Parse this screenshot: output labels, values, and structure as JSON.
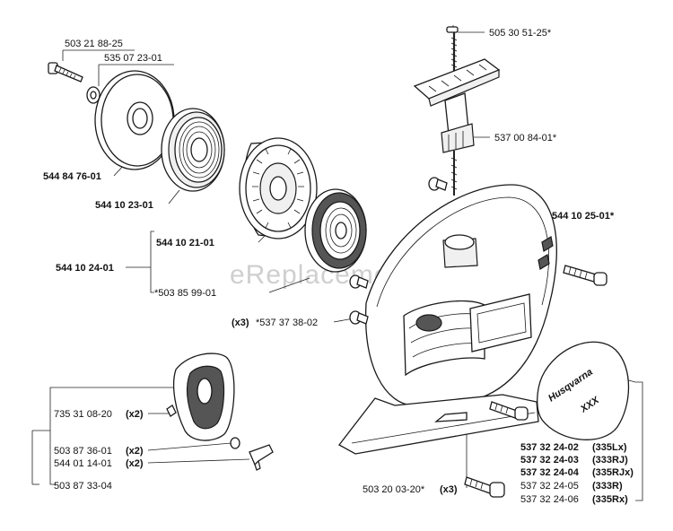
{
  "watermark": "eReplacementParts.com",
  "decal": {
    "brand": "Husqvarna",
    "model": "XXX"
  },
  "labels": {
    "bolt_top_left": "503 21 88-25",
    "washer": "535 07 23-01",
    "pulley_disc": "544 84 76-01",
    "spring_cassette": "544 10 23-01",
    "pulley_assembly": "544 10 24-01",
    "pulley_wheel": "544 10 21-01",
    "recoil_spring": "*503 85 99-01",
    "rope": "505 30 51-25*",
    "handle": "537 00 84-01*",
    "starter_housing": "544 10 25-01*",
    "screws_qty": "(x3)",
    "screws": "*537 37 38-02",
    "pawl_spring_qty": "(x2)",
    "pawl_spring": "735 31 08-20",
    "pawl_washer_qty": "(x2)",
    "pawl_washer": "503 87 36-01",
    "pawl_qty": "(x2)",
    "pawl": "544 01 14-01",
    "flywheel_kit": "503 87 33-04",
    "bottom_screws": "503 20 03-20*",
    "bottom_screws_qty": "(x3)",
    "decal_335lx": "537 32 24-02",
    "decal_335lx_model": "(335Lx)",
    "decal_333rj": "537 32 24-03",
    "decal_333rj_model": "(333RJ)",
    "decal_335rjx": "537 32 24-04",
    "decal_335rjx_model": "(335RJx)",
    "decal_333r": "537 32 24-05",
    "decal_333r_model": "(333R)",
    "decal_335rx": "537 32 24-06",
    "decal_335rx_model": "(335Rx)"
  }
}
